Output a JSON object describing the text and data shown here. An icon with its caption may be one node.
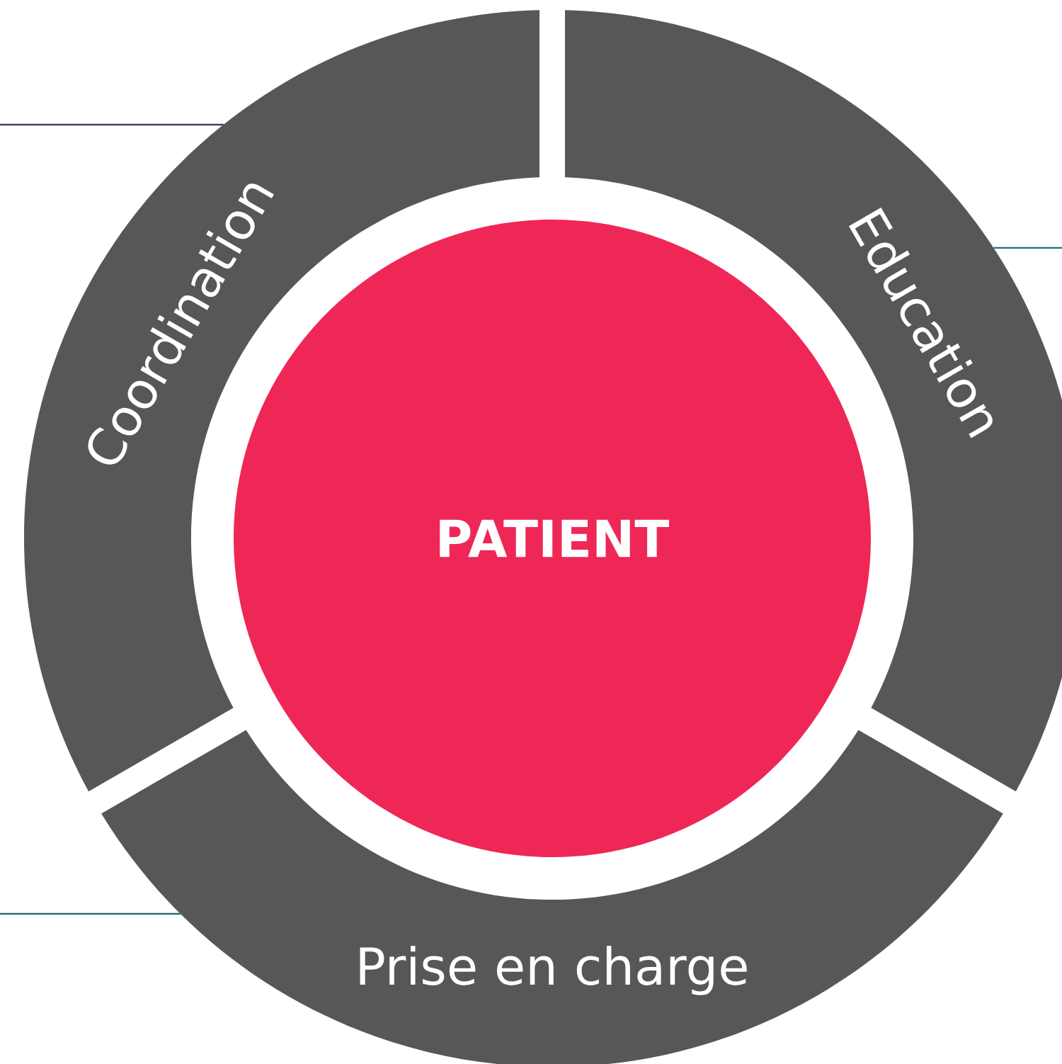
{
  "diagram": {
    "nodes": [
      {
        "text": [
          "PATIENT"
        ]
      },
      {
        "text": [
          "Coordination"
        ]
      },
      {
        "text": [
          "Education"
        ]
      },
      {
        "text": [
          "Prise en charge"
        ]
      }
    ],
    "edges": [
      {
        "from": null,
        "to": 1,
        "arrow": "none",
        "color": "#4b3a5e"
      },
      {
        "from": null,
        "to": 2,
        "arrow": "none"
      },
      {
        "from": null,
        "to": 3,
        "arrow": "none"
      }
    ]
  }
}
